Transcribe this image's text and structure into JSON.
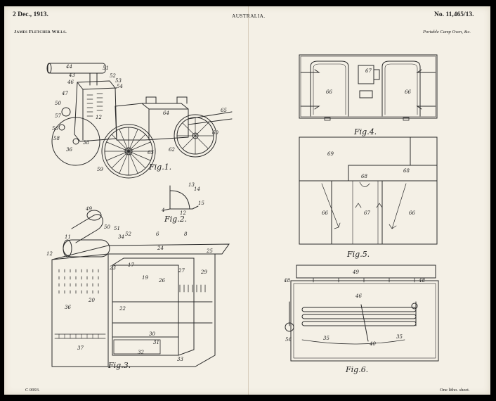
{
  "header": {
    "date": "2 Dec., 1913.",
    "country": "AUSTRALIA.",
    "number": "No. 11,465/13.",
    "applicant": "James Fletcher Wills.",
    "title": "Portable Camp Oven, &c."
  },
  "footer": {
    "left": "C.9993.",
    "right": "One litho. sheet."
  },
  "figures": {
    "fig1": "Fig.1.",
    "fig2": "Fig.2.",
    "fig3": "Fig.3.",
    "fig4": "Fig.4.",
    "fig5": "Fig.5.",
    "fig6": "Fig.6."
  },
  "labels": {
    "fig1": [
      "44",
      "51",
      "52",
      "53",
      "54",
      "43",
      "46",
      "47",
      "50",
      "57",
      "56",
      "58",
      "59",
      "64",
      "65",
      "60",
      "62",
      "63",
      "12",
      "38",
      "36"
    ],
    "fig2": [
      "4",
      "12",
      "13",
      "14",
      "15"
    ],
    "fig3": [
      "49",
      "50",
      "51",
      "52",
      "6",
      "8",
      "24",
      "25",
      "11",
      "12",
      "17",
      "19",
      "20",
      "22",
      "23",
      "26",
      "27",
      "29",
      "30",
      "31",
      "32",
      "33",
      "34",
      "36",
      "37"
    ],
    "fig4": [
      "66",
      "67",
      "66"
    ],
    "fig5": [
      "69",
      "68",
      "68",
      "66",
      "67",
      "66"
    ],
    "fig6": [
      "49",
      "48",
      "46",
      "48",
      "56",
      "35",
      "40",
      "35"
    ]
  }
}
